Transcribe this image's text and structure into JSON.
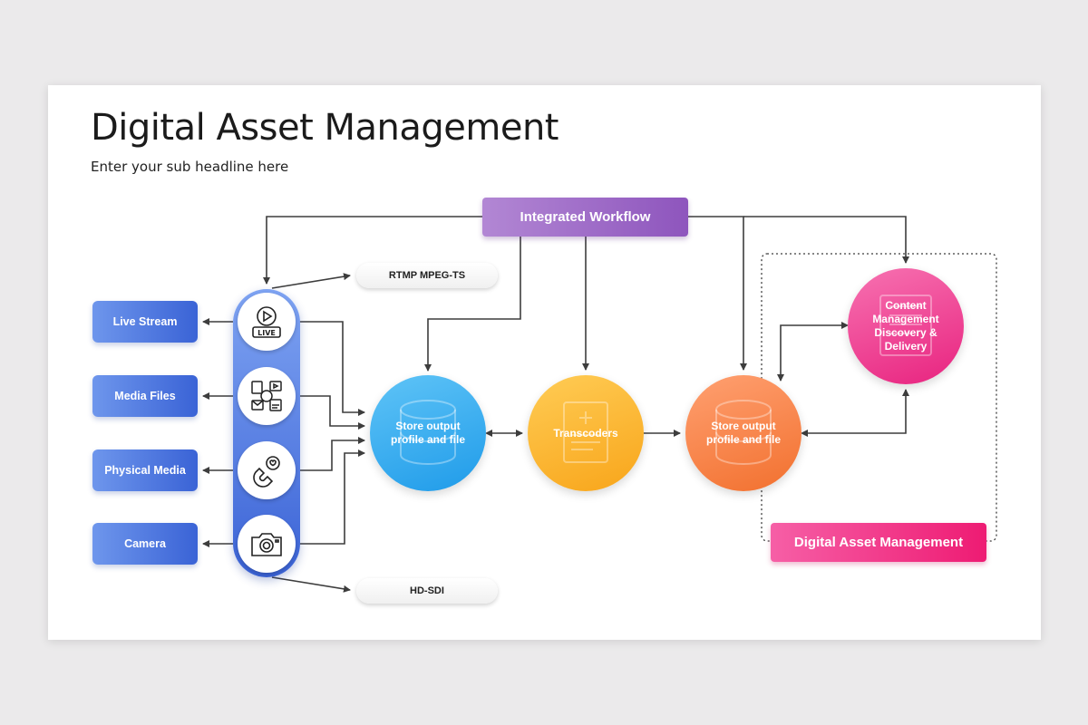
{
  "slide": {
    "title": "Digital Asset Management",
    "subtitle": "Enter your sub headline here"
  },
  "sources": [
    {
      "label": "Live Stream",
      "icon": "live-video-icon"
    },
    {
      "label": "Media Files",
      "icon": "media-files-icon"
    },
    {
      "label": "Physical Media",
      "icon": "magnet-icon"
    },
    {
      "label": "Camera",
      "icon": "camera-icon"
    }
  ],
  "tags": {
    "top": "RTMP MPEG-TS",
    "bottom": "HD-SDI"
  },
  "workflow": {
    "label": "Integrated Workflow"
  },
  "nodes": {
    "store_input": "Store output profile and file",
    "transcoders": "Transcoders",
    "store_output": "Store output profile and file",
    "content": "Content Management Discovery & Delivery"
  },
  "dam_label": "Digital Asset Management",
  "colors": {
    "source_blue": "#3a63d6",
    "workflow_purple": "#9b64c6",
    "node_blue": "#1f9be9",
    "node_yellow": "#f8a51a",
    "node_orange": "#f2702e",
    "node_pink": "#e8237f",
    "connector": "#3d3d3d"
  }
}
